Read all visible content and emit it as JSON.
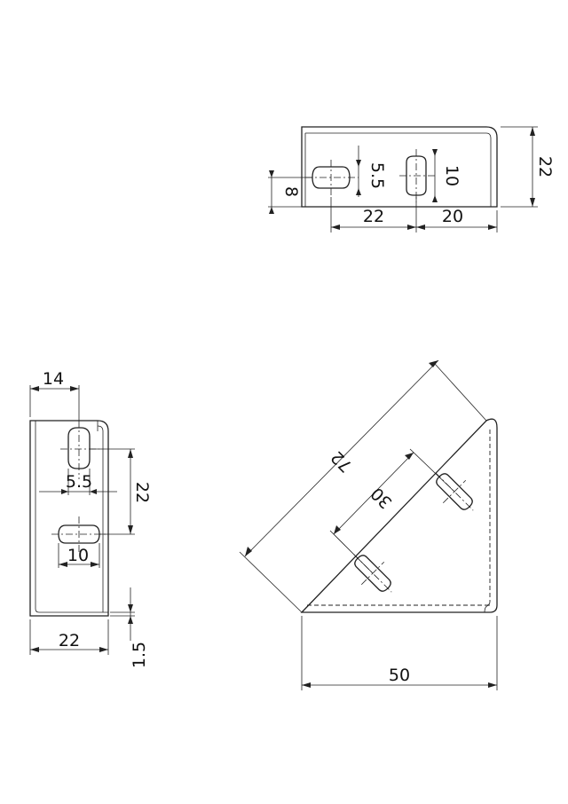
{
  "top_view": {
    "dim_height": "22",
    "dim_hole_offset": "8",
    "dim_slot_small": "5.5",
    "dim_slot_large": "10",
    "dim_spacing_a": "22",
    "dim_spacing_b": "20"
  },
  "side_view": {
    "dim_top": "14",
    "dim_slot_small": "5.5",
    "dim_spacing": "22",
    "dim_slot_large": "10",
    "dim_width": "22",
    "dim_thickness": "1.5"
  },
  "main_view": {
    "dim_hypotenuse": "72",
    "dim_hole_spacing": "30",
    "dim_base": "50"
  }
}
